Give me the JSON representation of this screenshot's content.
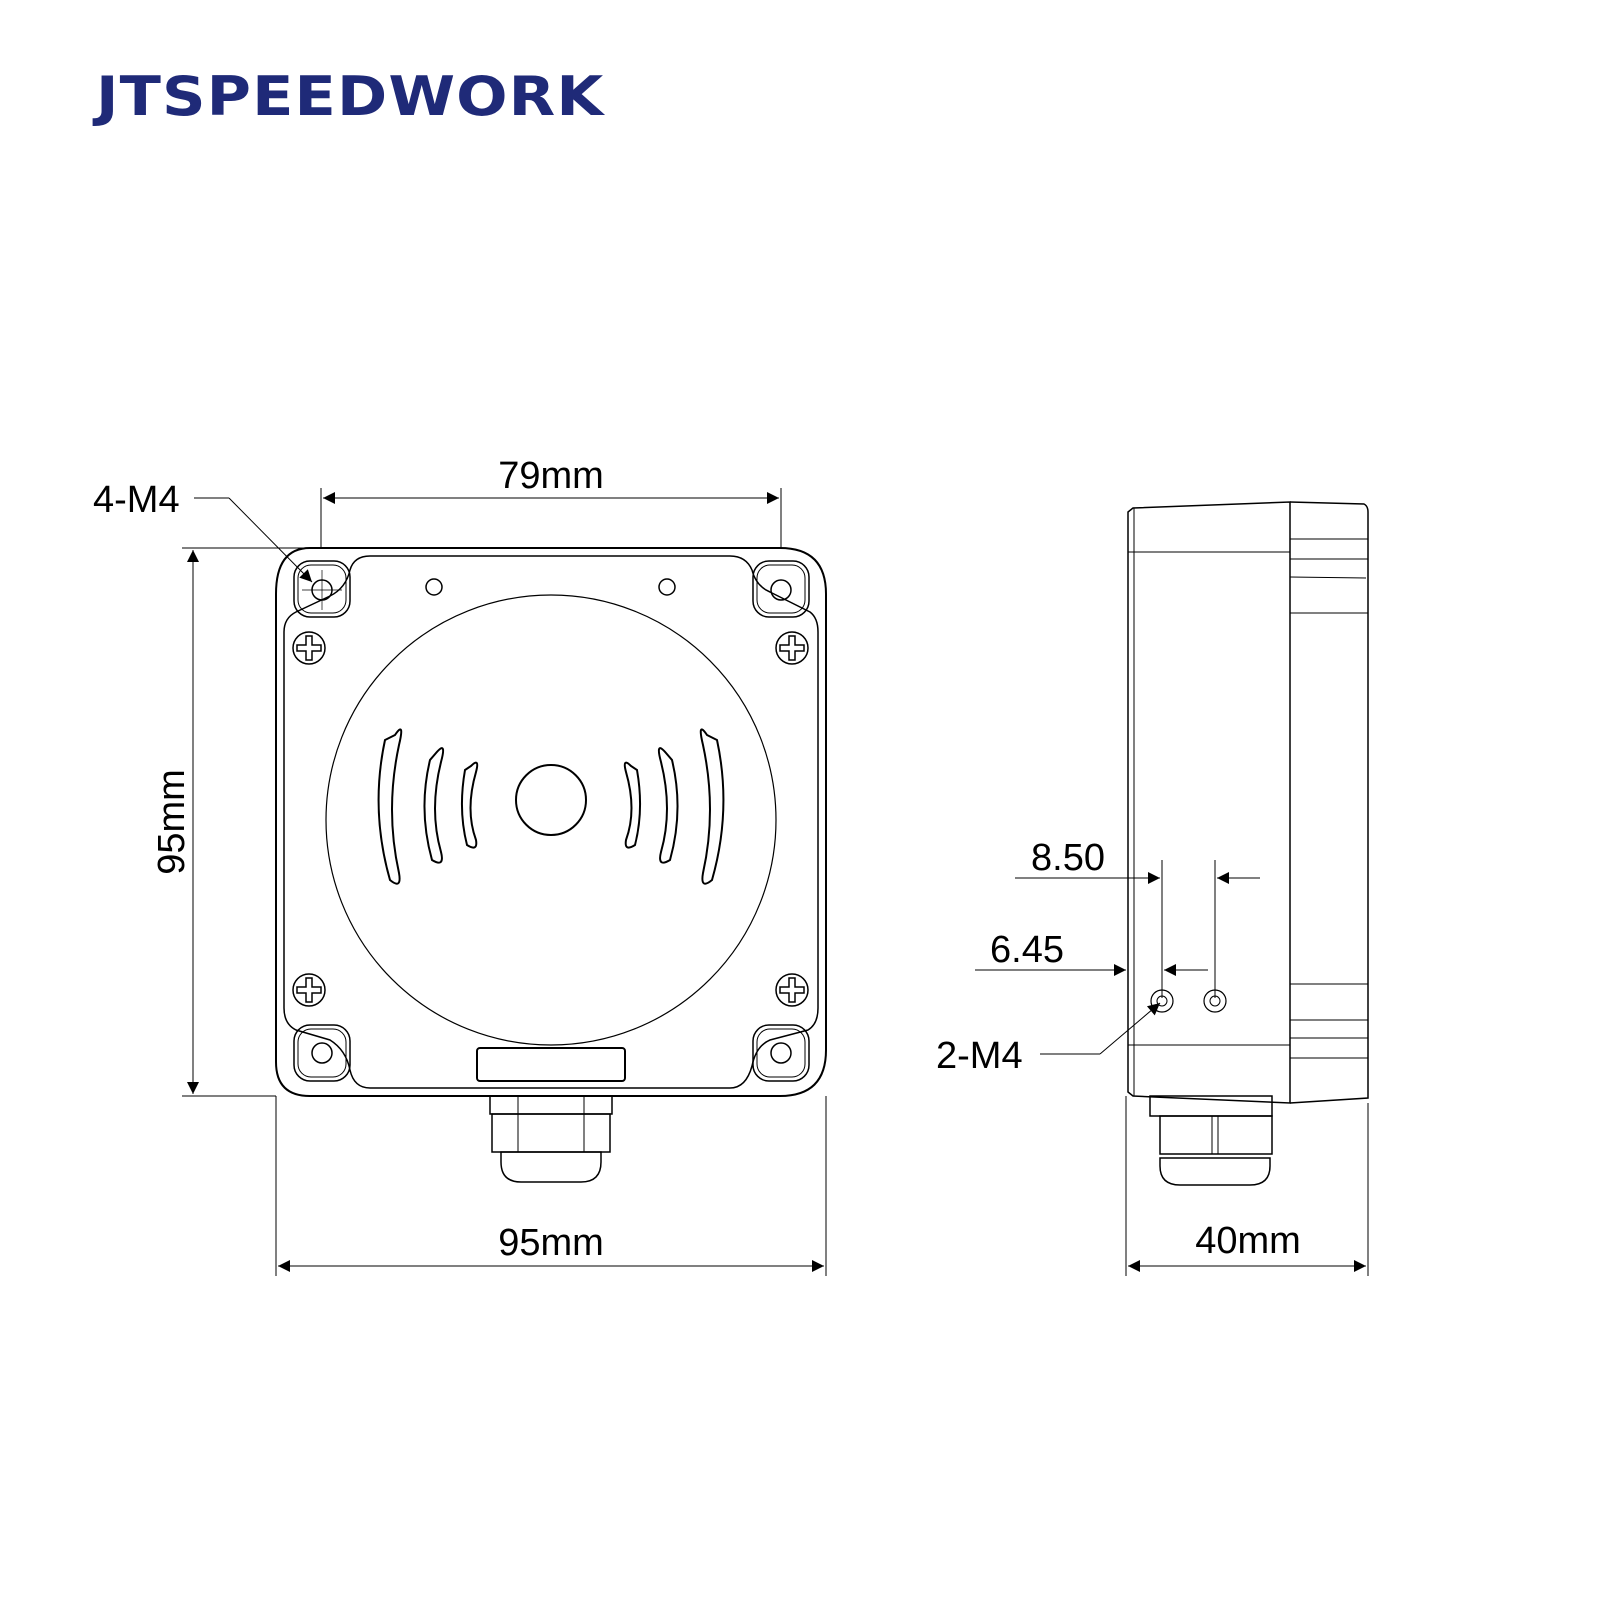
{
  "brand": {
    "name": "JTSPEEDWORK",
    "color": "#1f2a78"
  },
  "front_view": {
    "dim_top_hole_spacing": "79mm",
    "dim_overall_width": "95mm",
    "dim_overall_height": "95mm",
    "mount_holes_callout": "4-M4"
  },
  "side_view": {
    "dim_depth": "40mm",
    "dim_hole_offset_a": "8.50",
    "dim_hole_offset_b": "6.45",
    "side_holes_callout": "2-M4"
  },
  "colors": {
    "line": "#000000",
    "background": "#ffffff"
  }
}
